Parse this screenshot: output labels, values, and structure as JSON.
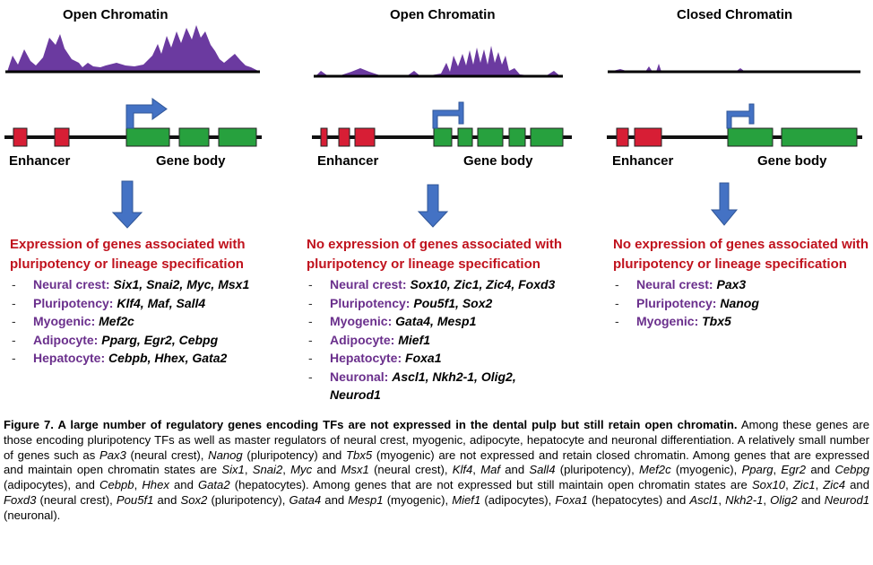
{
  "colors": {
    "peak": "#6b3aa0",
    "enhancer": "#d71e35",
    "gene_body": "#27a13e",
    "arrow": "#4472c4",
    "headline": "#c0121d",
    "category": "#6a2f8c"
  },
  "panels": [
    {
      "title": "Open Chromatin",
      "enhancer_label": "Enhancer",
      "gene_label": "Gene body",
      "headline": "Expression of genes associated with pluripotency or lineage specification",
      "items": [
        {
          "category": "Neural crest:",
          "genes": "Six1, Snai2, Myc, Msx1"
        },
        {
          "category": "Pluripotency:",
          "genes": "Klf4, Maf, Sall4"
        },
        {
          "category": "Myogenic:",
          "genes": "Mef2c"
        },
        {
          "category": "Adipocyte:",
          "genes": "Pparg, Egr2, Cebpg"
        },
        {
          "category": "Hepatocyte:",
          "genes": "Cebpb, Hhex, Gata2"
        }
      ]
    },
    {
      "title": "Open Chromatin",
      "enhancer_label": "Enhancer",
      "gene_label": "Gene body",
      "headline": "No expression of genes associated with pluripotency or lineage specification",
      "items": [
        {
          "category": "Neural crest:",
          "genes": "Sox10, Zic1, Zic4, Foxd3"
        },
        {
          "category": "Pluripotency:",
          "genes": "Pou5f1, Sox2"
        },
        {
          "category": "Myogenic:",
          "genes": "Gata4, Mesp1"
        },
        {
          "category": "Adipocyte:",
          "genes": "Mief1"
        },
        {
          "category": "Hepatocyte:",
          "genes": "Foxa1"
        },
        {
          "category": "Neuronal:",
          "genes": "Ascl1, Nkh2-1, Olig2, Neurod1"
        }
      ]
    },
    {
      "title": "Closed Chromatin",
      "enhancer_label": "Enhancer",
      "gene_label": "Gene body",
      "headline": "No expression of genes associated with pluripotency or lineage specification",
      "items": [
        {
          "category": "Neural crest:",
          "genes": "Pax3"
        },
        {
          "category": "Pluripotency:",
          "genes": "Nanog"
        },
        {
          "category": "Myogenic:",
          "genes": "Tbx5"
        }
      ]
    }
  ],
  "caption": {
    "title": "Figure 7. A large number of regulatory genes encoding TFs are not expressed in the dental pulp but still retain open chromatin.",
    "segments": [
      {
        "t": "Among these genes are those encoding pluripotency TFs as well as master regulators of neural crest, myogenic, adipocyte, hepatocyte and neuronal differentiation. A relatively small number of genes such as ",
        "i": false
      },
      {
        "t": "Pax3",
        "i": true
      },
      {
        "t": " (neural crest), ",
        "i": false
      },
      {
        "t": "Nanog",
        "i": true
      },
      {
        "t": " (pluripotency) and ",
        "i": false
      },
      {
        "t": "Tbx5",
        "i": true
      },
      {
        "t": " (myogenic) are not expressed and retain closed chromatin. Among genes that are expressed and maintain open chromatin states are ",
        "i": false
      },
      {
        "t": "Six1",
        "i": true
      },
      {
        "t": ", ",
        "i": false
      },
      {
        "t": "Snai2",
        "i": true
      },
      {
        "t": ", ",
        "i": false
      },
      {
        "t": "Myc",
        "i": true
      },
      {
        "t": " and ",
        "i": false
      },
      {
        "t": "Msx1",
        "i": true
      },
      {
        "t": " (neural crest), ",
        "i": false
      },
      {
        "t": "Klf4",
        "i": true
      },
      {
        "t": ", ",
        "i": false
      },
      {
        "t": "Maf",
        "i": true
      },
      {
        "t": " and ",
        "i": false
      },
      {
        "t": "Sall4",
        "i": true
      },
      {
        "t": " (pluripotency), ",
        "i": false
      },
      {
        "t": "Mef2c",
        "i": true
      },
      {
        "t": " (myogenic), ",
        "i": false
      },
      {
        "t": "Pparg",
        "i": true
      },
      {
        "t": ", ",
        "i": false
      },
      {
        "t": "Egr2",
        "i": true
      },
      {
        "t": " and ",
        "i": false
      },
      {
        "t": "Cebpg",
        "i": true
      },
      {
        "t": " (adipocytes), and ",
        "i": false
      },
      {
        "t": "Cebpb",
        "i": true
      },
      {
        "t": ", ",
        "i": false
      },
      {
        "t": "Hhex",
        "i": true
      },
      {
        "t": " and ",
        "i": false
      },
      {
        "t": "Gata2",
        "i": true
      },
      {
        "t": " (hepatocytes). Among genes that are not expressed but still maintain open chromatin states are ",
        "i": false
      },
      {
        "t": "Sox10",
        "i": true
      },
      {
        "t": ", ",
        "i": false
      },
      {
        "t": "Zic1",
        "i": true
      },
      {
        "t": ", ",
        "i": false
      },
      {
        "t": "Zic4",
        "i": true
      },
      {
        "t": " and ",
        "i": false
      },
      {
        "t": "Foxd3",
        "i": true
      },
      {
        "t": " (neural crest), ",
        "i": false
      },
      {
        "t": "Pou5f1",
        "i": true
      },
      {
        "t": " and ",
        "i": false
      },
      {
        "t": "Sox2",
        "i": true
      },
      {
        "t": " (pluripotency), ",
        "i": false
      },
      {
        "t": "Gata4",
        "i": true
      },
      {
        "t": " and ",
        "i": false
      },
      {
        "t": "Mesp1",
        "i": true
      },
      {
        "t": " (myogenic), ",
        "i": false
      },
      {
        "t": "Mief1",
        "i": true
      },
      {
        "t": " (adipocytes), ",
        "i": false
      },
      {
        "t": "Foxa1",
        "i": true
      },
      {
        "t": " (hepatocytes) and ",
        "i": false
      },
      {
        "t": "Ascl1",
        "i": true
      },
      {
        "t": ", ",
        "i": false
      },
      {
        "t": "Nkh2-1",
        "i": true
      },
      {
        "t": ", ",
        "i": false
      },
      {
        "t": "Olig2",
        "i": true
      },
      {
        "t": " and ",
        "i": false
      },
      {
        "t": "Neurod1",
        "i": true
      },
      {
        "t": " (neuronal).",
        "i": false
      }
    ]
  }
}
